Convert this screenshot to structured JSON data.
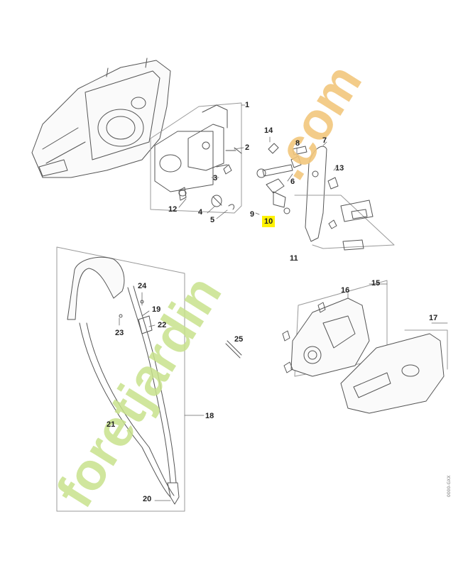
{
  "labels": {
    "l1": "1",
    "l2": "2",
    "l3": "3",
    "l4": "4",
    "l5": "5",
    "l6": "6",
    "l7": "7",
    "l8": "8",
    "l9": "9",
    "l10": "10",
    "l11": "11",
    "l12": "12",
    "l13": "13",
    "l14": "14",
    "l15": "15",
    "l16": "16",
    "l17": "17",
    "l18": "18",
    "l19": "19",
    "l20": "20",
    "l21": "21",
    "l22": "22",
    "l23": "23",
    "l24": "24",
    "l25": "25"
  },
  "highlight_label": "10",
  "highlight_color": "#fff200",
  "watermark": {
    "text_green": "foretjardin",
    "text_orange": ".com",
    "colors": {
      "green": "#c8e28c",
      "orange": "#f2c77d"
    }
  },
  "doc_code": "0000-GXX"
}
